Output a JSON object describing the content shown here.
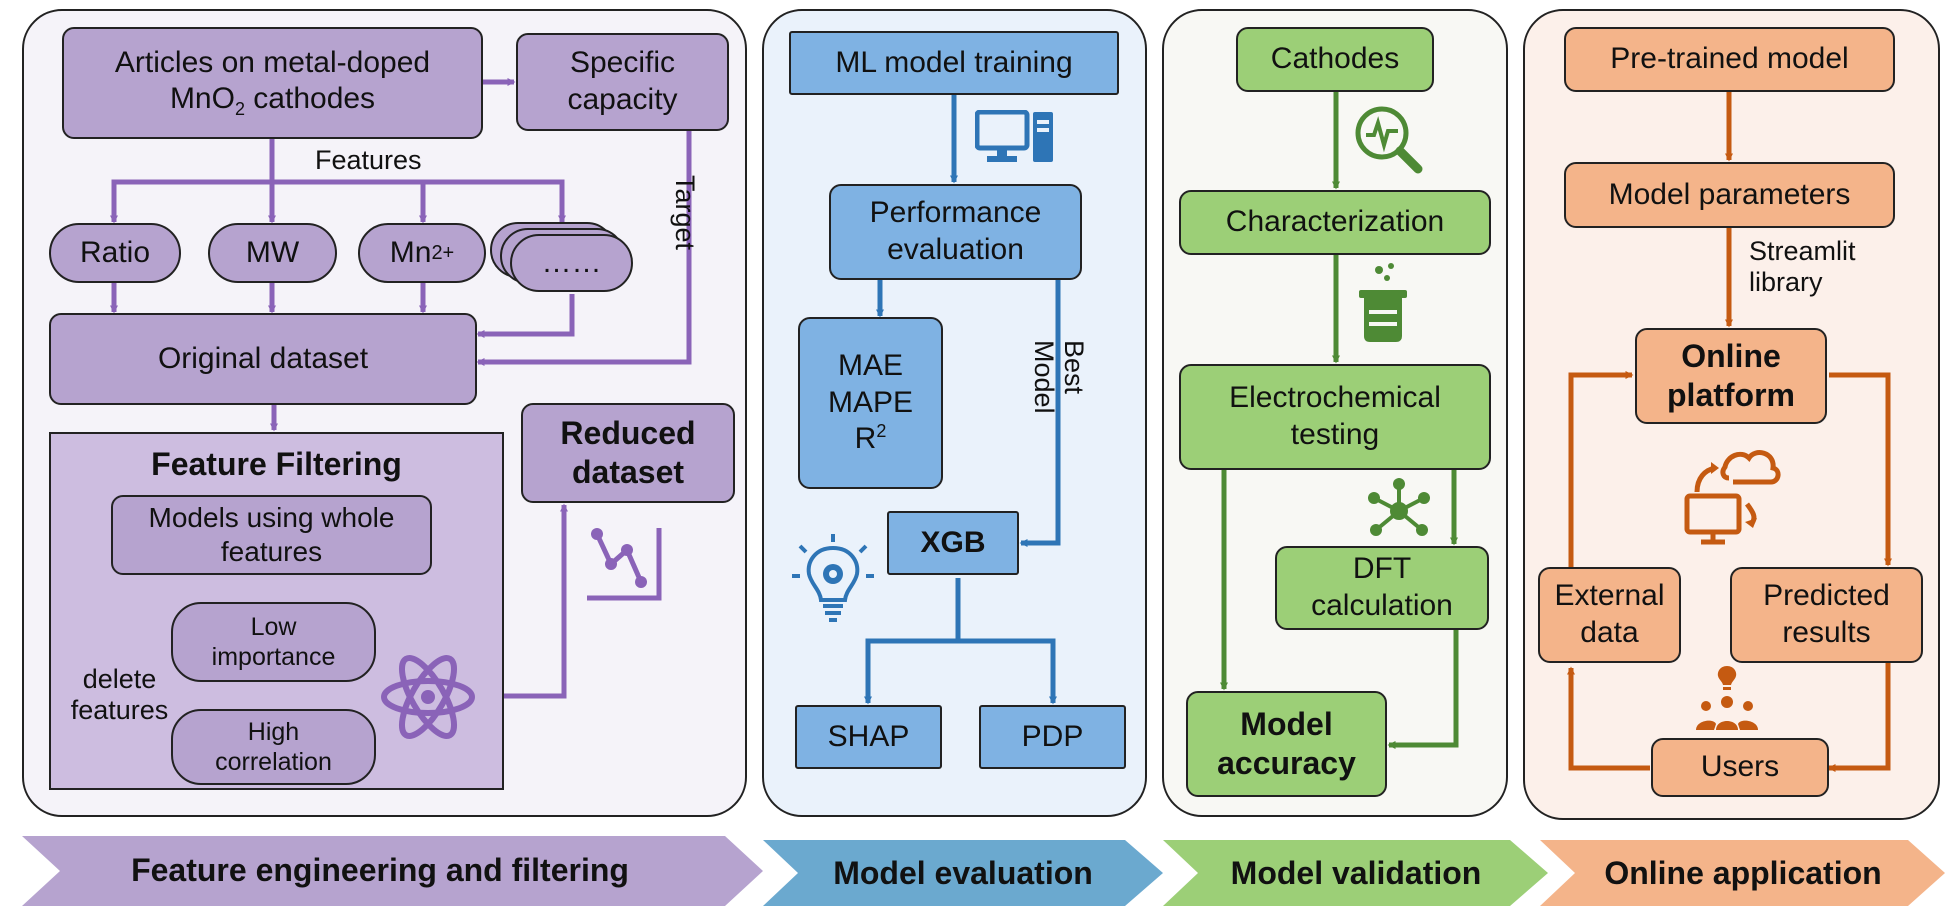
{
  "panel1": {
    "articles_line1": "Articles on metal-doped",
    "articles_line2_pre": "MnO",
    "articles_line2_sub": "2",
    "articles_line2_post": " cathodes",
    "specific_capacity": "Specific capacity",
    "features_label": "Features",
    "target_label": "Target",
    "feature_ratio": "Ratio",
    "feature_mw": "MW",
    "feature_mn_pre": "Mn",
    "feature_mn_sup": "2+",
    "feature_more": "……",
    "original_dataset": "Original dataset",
    "feature_filtering_title": "Feature Filtering",
    "models_whole_features": "Models using whole features",
    "low_importance": "Low importance",
    "high_correlation": "High correlation",
    "delete_features": "delete features",
    "reduced_dataset": "Reduced dataset"
  },
  "panel2": {
    "ml_training": "ML model training",
    "performance_evaluation": "Performance evaluation",
    "metric_mae": "MAE",
    "metric_mape": "MAPE",
    "metric_r2_pre": "R",
    "metric_r2_sup": "2",
    "best_model": "Best Model",
    "xgb": "XGB",
    "shap": "SHAP",
    "pdp": "PDP"
  },
  "panel3": {
    "cathodes": "Cathodes",
    "characterization": "Characterization",
    "electrochemical_testing": "Electrochemical testing",
    "dft_calculation": "DFT calculation",
    "model_accuracy": "Model accuracy"
  },
  "panel4": {
    "pretrained_model": "Pre-trained model",
    "model_parameters": "Model parameters",
    "streamlit_library": "Streamlit library",
    "online_platform": "Online platform",
    "external_data": "External data",
    "predicted_results": "Predicted results",
    "users": "Users"
  },
  "banner": {
    "stage1": "Feature engineering and filtering",
    "stage2": "Model evaluation",
    "stage3": "Model validation",
    "stage4": "Online application"
  },
  "colors": {
    "purple": "#b6a3cf",
    "purple_line": "#8a63b8",
    "blue": "#7fb2e3",
    "blue_line": "#2e75b6",
    "green": "#9ccf77",
    "green_line": "#4e8a35",
    "orange": "#f4b48a",
    "orange_line": "#c55a11"
  },
  "icons": [
    "computer-icon",
    "magnifier-pulse-icon",
    "beaker-icon",
    "molecule-network-icon",
    "lightbulb-gear-icon",
    "scatter-chart-icon",
    "atom-icon",
    "cloud-sync-icon",
    "users-idea-icon"
  ]
}
